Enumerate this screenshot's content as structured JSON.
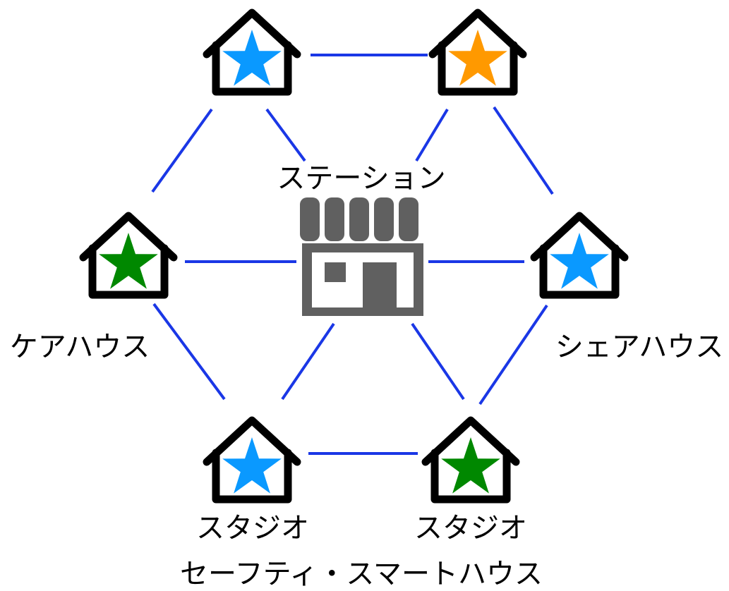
{
  "colors": {
    "connector": "#1a37e6",
    "house_outline": "#000000",
    "station_icon": "#606060",
    "star_blue": "#0a99ff",
    "star_orange": "#ff9900",
    "star_green": "#008800"
  },
  "station": {
    "label": "ステーション",
    "icon": "storefront-icon"
  },
  "houses": [
    {
      "id": "top-left",
      "icon": "house-icon",
      "star_color": "star_blue",
      "label": ""
    },
    {
      "id": "top-right",
      "icon": "house-icon",
      "star_color": "star_orange",
      "label": ""
    },
    {
      "id": "middle-left",
      "icon": "house-icon",
      "star_color": "star_green",
      "label": "ケアハウス"
    },
    {
      "id": "middle-right",
      "icon": "house-icon",
      "star_color": "star_blue",
      "label": "シェアハウス"
    },
    {
      "id": "bottom-left",
      "icon": "house-icon",
      "star_color": "star_blue",
      "label": "スタジオ"
    },
    {
      "id": "bottom-right",
      "icon": "house-icon",
      "star_color": "star_green",
      "label": "スタジオ"
    }
  ],
  "footer_label": "セーフティ・スマートハウス"
}
